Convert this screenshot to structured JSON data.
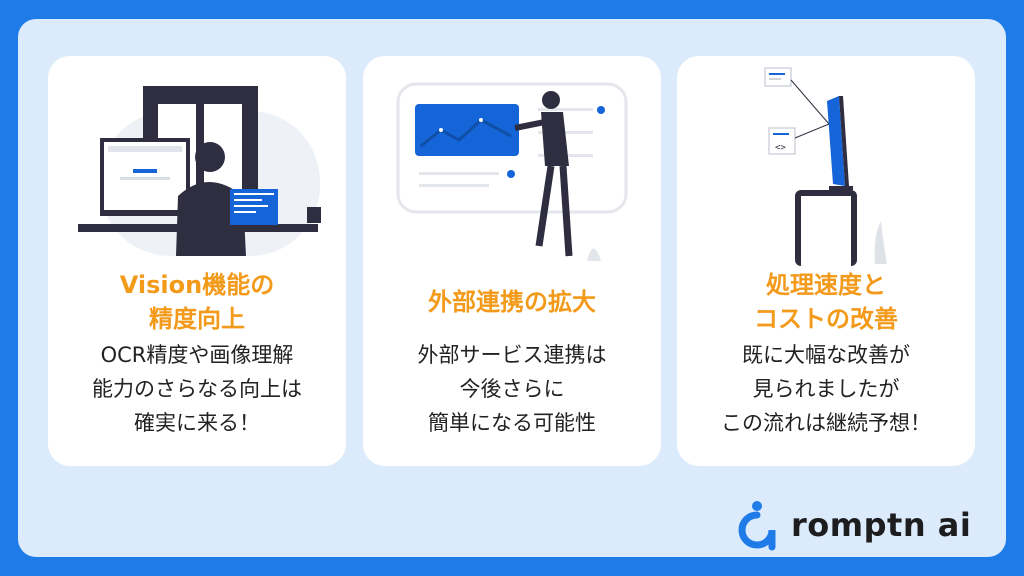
{
  "cards": [
    {
      "title_lines": [
        "Vision機能の",
        "精度向上"
      ],
      "body_lines": [
        "OCR精度や画像理解",
        "能力のさらなる向上は",
        "確実に来る！"
      ]
    },
    {
      "title_lines": [
        "外部連携の拡大"
      ],
      "body_lines": [
        "外部サービス連携は",
        "今後さらに",
        "簡単になる可能性"
      ]
    },
    {
      "title_lines": [
        "処理速度と",
        "コストの改善"
      ],
      "body_lines": [
        "既に大幅な改善が",
        "見られましたが",
        "この流れは継続予想！"
      ]
    }
  ],
  "logo": {
    "text": "romptn ai"
  },
  "colors": {
    "frame": "#1f7be8",
    "panel": "#dcebfb",
    "accent_title": "#f39a1a",
    "illustration_blue": "#1565d8",
    "illustration_dark": "#2f2e41"
  }
}
